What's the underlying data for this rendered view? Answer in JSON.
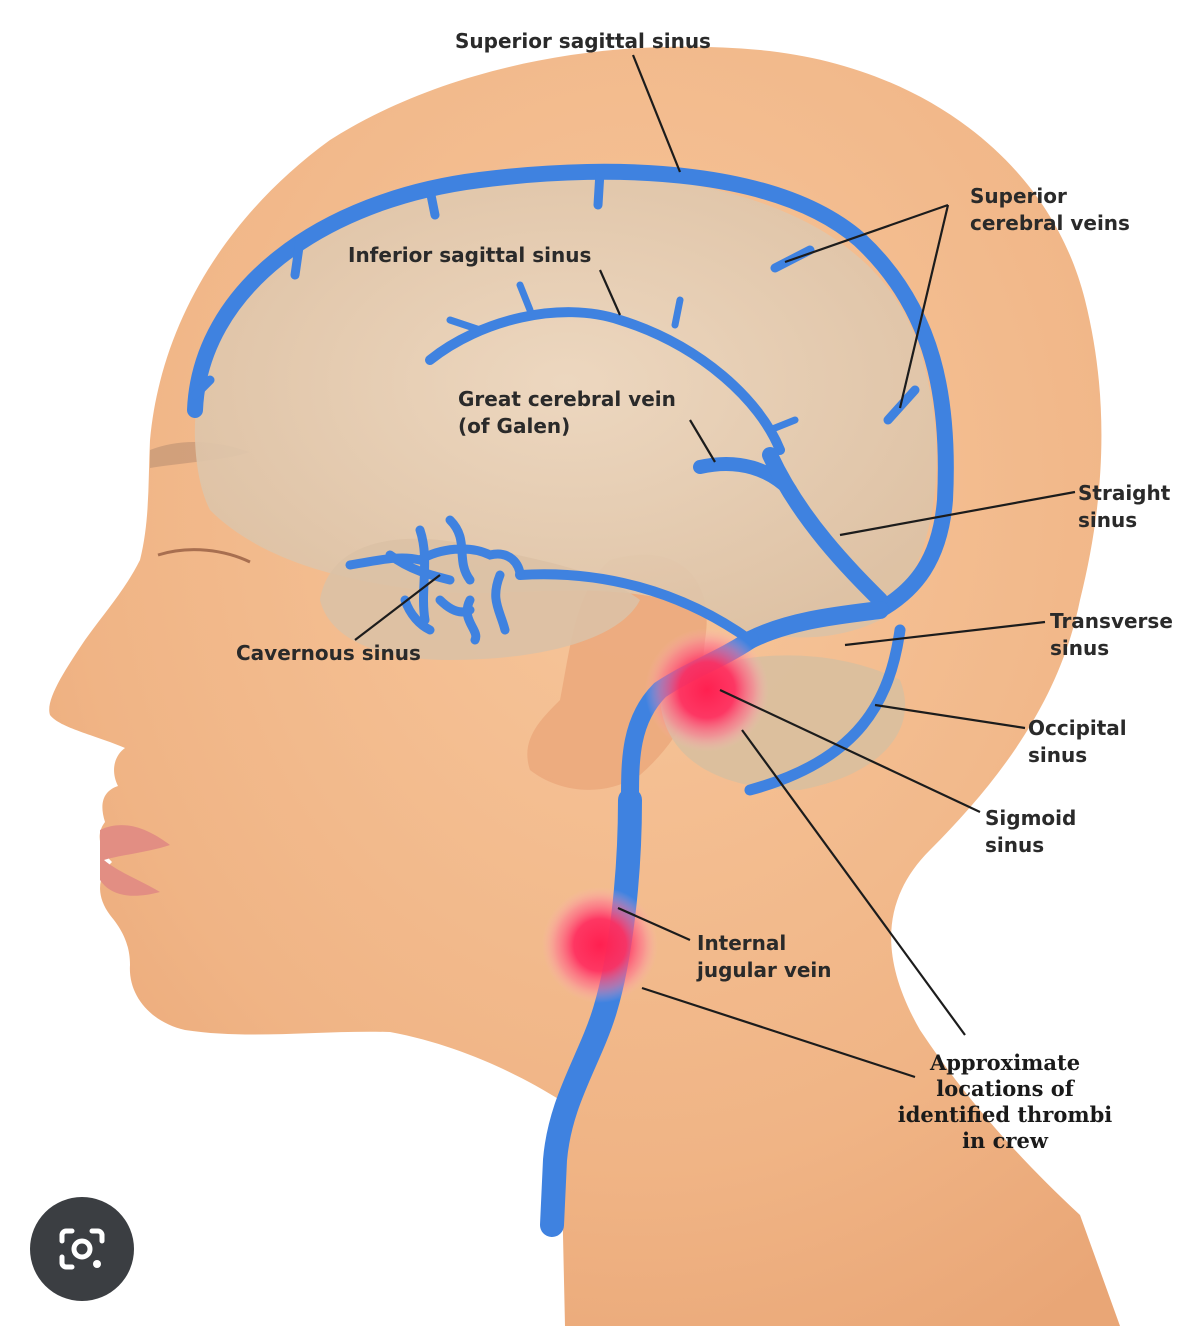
{
  "labels": {
    "superior_sagittal_sinus": "Superior sagittal sinus",
    "superior_cerebral_veins": [
      "Superior",
      "cerebral veins"
    ],
    "inferior_sagittal_sinus": "Inferior sagittal sinus",
    "great_cerebral_vein": [
      "Great cerebral vein",
      "(of Galen)"
    ],
    "straight_sinus": [
      "Straight",
      "sinus"
    ],
    "transverse_sinus": [
      "Transverse",
      "sinus"
    ],
    "cavernous_sinus": "Cavernous sinus",
    "occipital_sinus": [
      "Occipital",
      "sinus"
    ],
    "sigmoid_sinus": [
      "Sigmoid",
      "sinus"
    ],
    "internal_jugular_vein": [
      "Internal",
      "jugular vein"
    ],
    "thrombi_note": [
      "Approximate",
      "locations of",
      "identified thrombi",
      "in crew"
    ]
  },
  "overlay": {
    "icon": "lens-camera-icon"
  },
  "colors": {
    "skin": "#f2b888",
    "brain": "#e6cfb4",
    "vein": "#3f82e0",
    "thrombus": "#ff2d55"
  }
}
